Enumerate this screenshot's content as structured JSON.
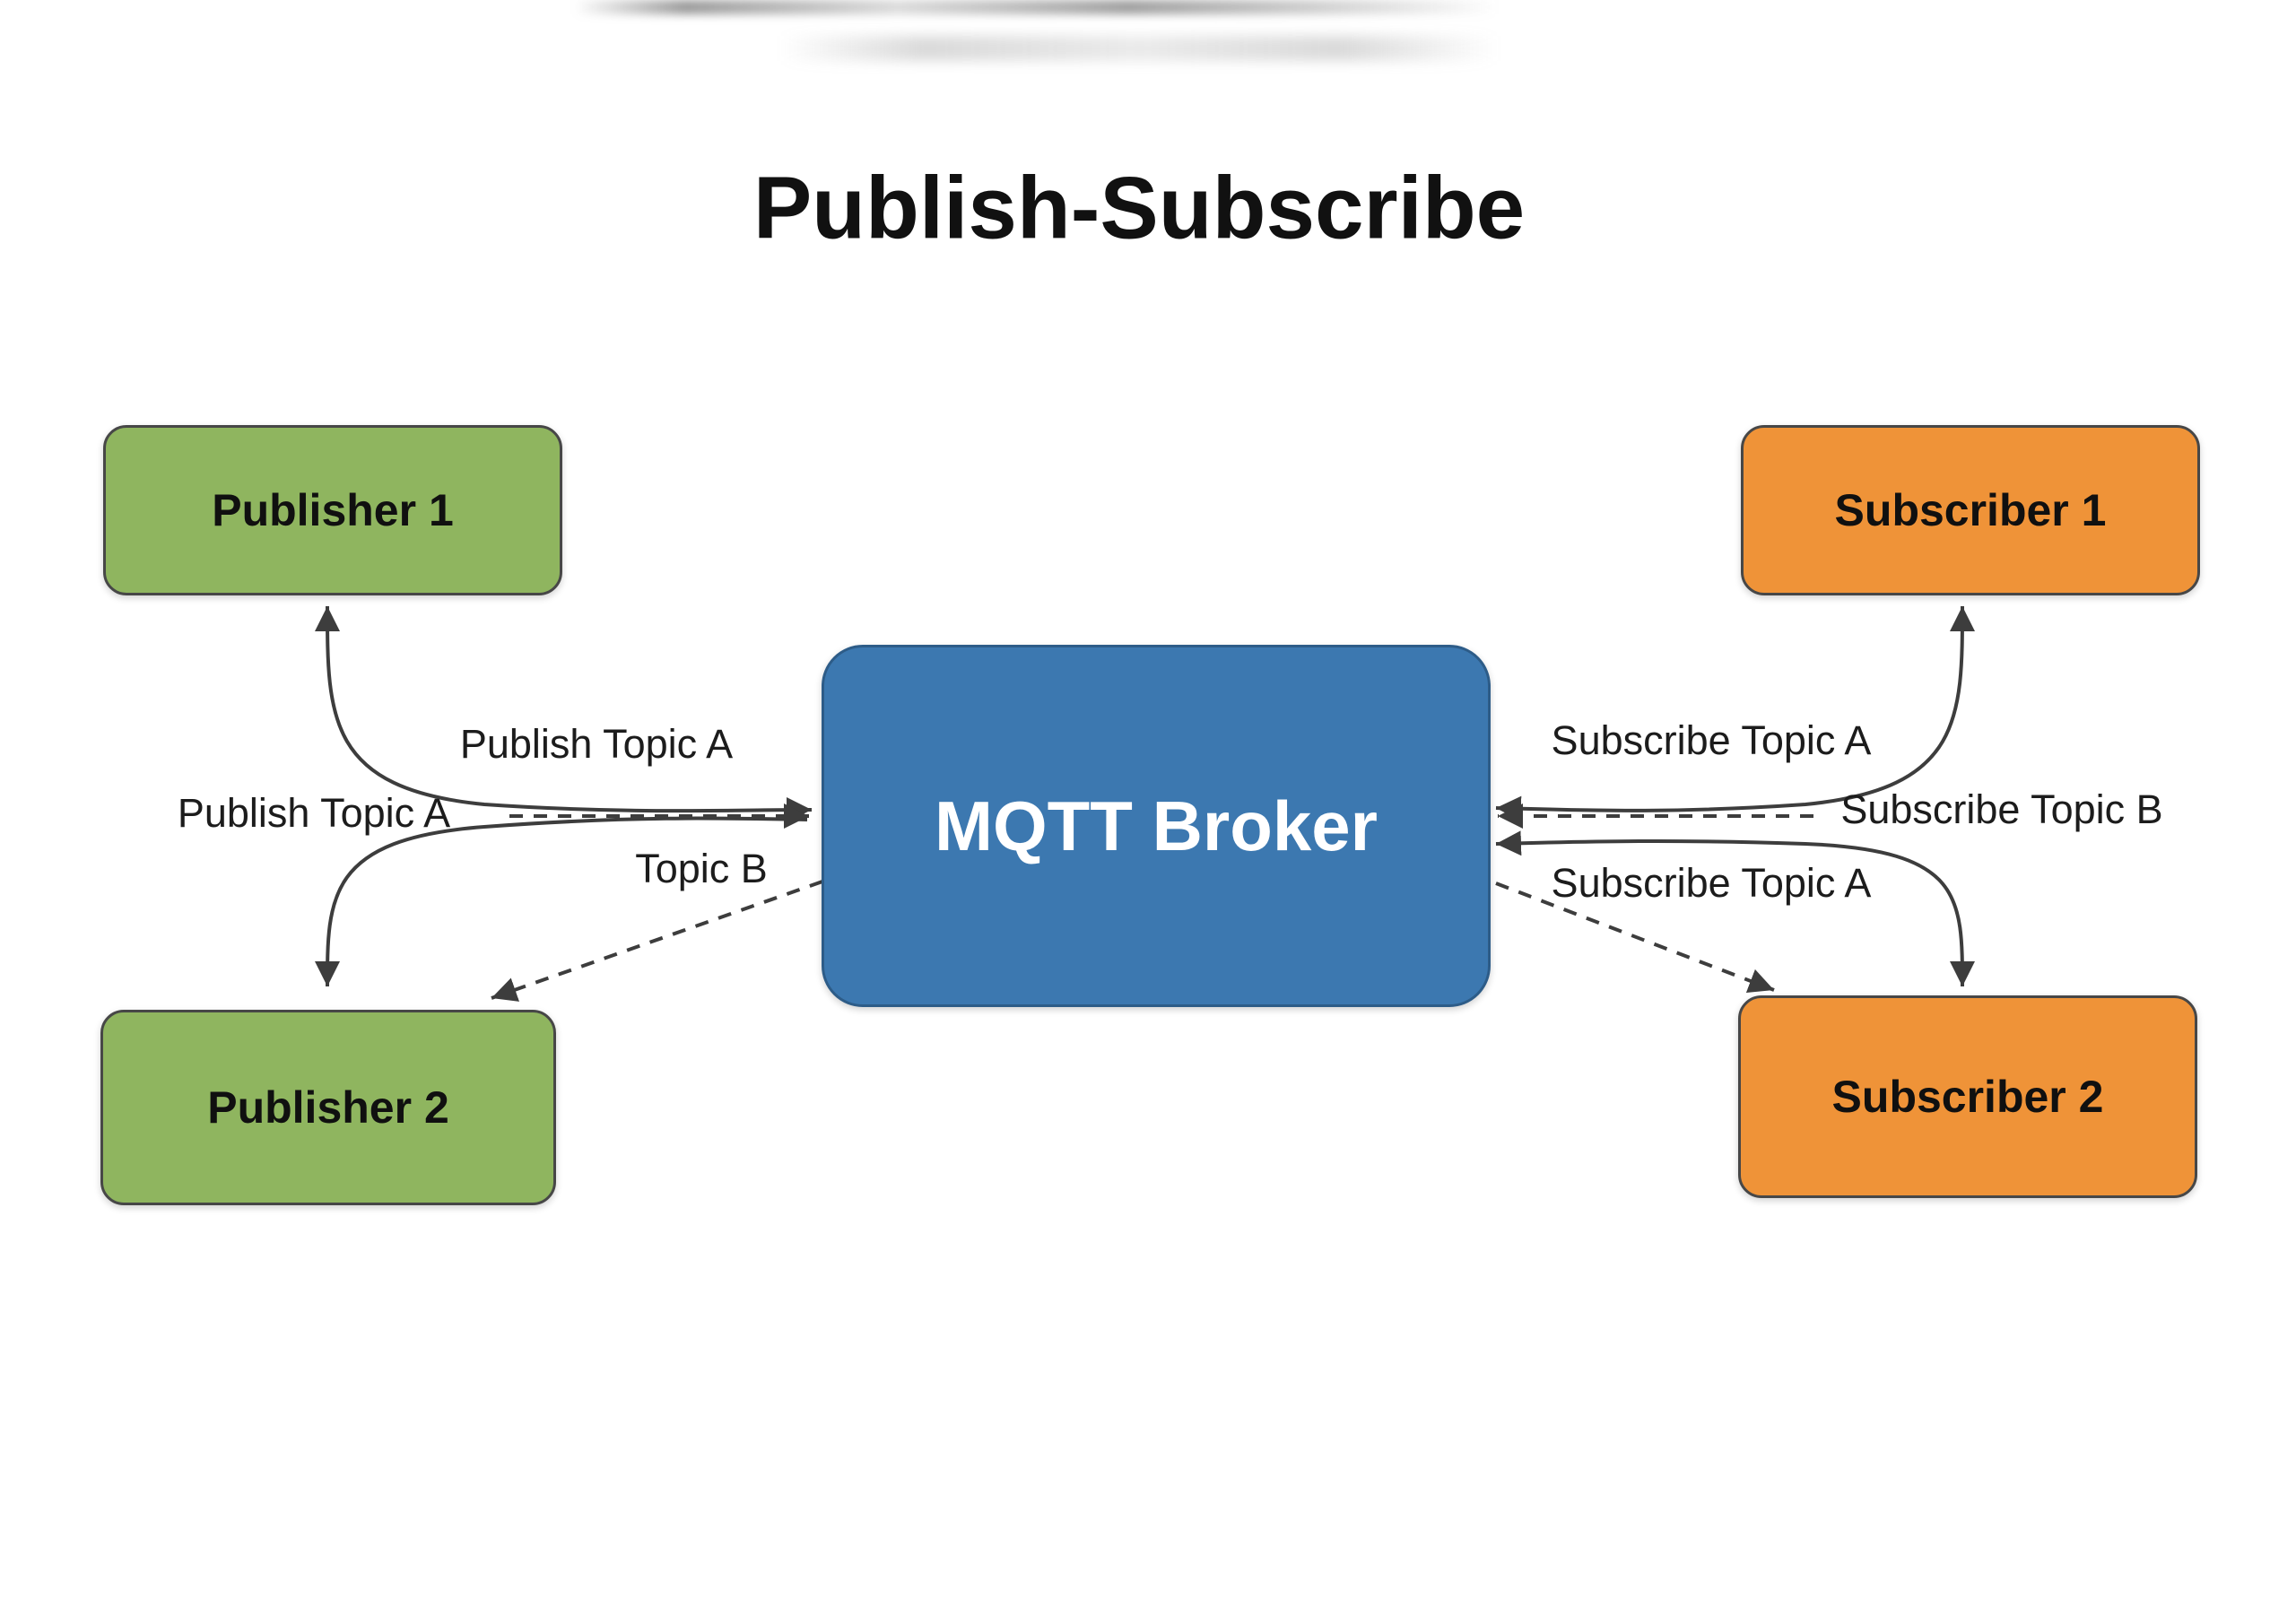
{
  "title": "Publish-Subscribe",
  "nodes": {
    "publisher1": {
      "label": "Publisher 1",
      "color": "#8FB55F"
    },
    "publisher2": {
      "label": "Publisher 2",
      "color": "#8FB55F"
    },
    "broker": {
      "label": "MQTT Broker",
      "color": "#3C78B0"
    },
    "subscriber1": {
      "label": "Subscriber 1",
      "color": "#EF9338"
    },
    "subscriber2": {
      "label": "Subscriber 2",
      "color": "#EF9338"
    }
  },
  "edges": {
    "publish_topic_a_1": {
      "label": "Publish Topic A",
      "style": "solid",
      "from": "publisher1",
      "to": "broker"
    },
    "publish_topic_a_2": {
      "label": "Publish Topic A",
      "style": "dashed",
      "from": "publisher2",
      "to": "broker"
    },
    "topic_b": {
      "label": "Topic B",
      "style": "dashed",
      "from": "broker",
      "to": "publisher2"
    },
    "subscribe_topic_a_top": {
      "label": "Subscribe Topic A",
      "style": "solid",
      "from": "subscriber1",
      "to": "broker"
    },
    "subscribe_topic_b": {
      "label": "Subscribe Topic B",
      "style": "dashed",
      "from": "subscriber1",
      "to": "broker"
    },
    "subscribe_topic_a_bottom": {
      "label": "Subscribe Topic A",
      "style": "solid",
      "from": "subscriber2",
      "to": "broker"
    }
  },
  "colors": {
    "background": "#ffffff",
    "line": "#3d3d3d",
    "label_text": "#1c1c1c",
    "node_border": "#474747",
    "broker_text": "#ffffff",
    "node_text": "#101010"
  }
}
